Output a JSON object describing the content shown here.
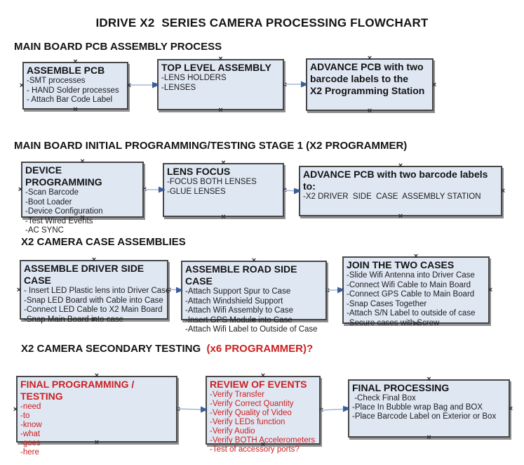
{
  "title": "IDRIVE X2  SERIES CAMERA PROCESSING FLOWCHART",
  "colors": {
    "box_fill": "#dfe7f3",
    "box_border": "#474747",
    "red_text": "#cc2020",
    "arrow_line": "#a6b8d5",
    "arrow_head": "#3a5f9e"
  },
  "sections": [
    {
      "header": "MAIN BOARD PCB ASSEMBLY PROCESS",
      "boxes": [
        {
          "title": "ASSEMBLE PCB",
          "items": [
            "-SMT processes",
            "- HAND Solder processes",
            "- Attach Bar Code Label"
          ]
        },
        {
          "title": "TOP LEVEL ASSEMBLY",
          "items": [
            "-LENS HOLDERS",
            "-LENSES"
          ]
        },
        {
          "title": "ADVANCE PCB with two barcode labels to the\n X2 Programming Station",
          "items": []
        }
      ]
    },
    {
      "header": "MAIN BOARD INITIAL PROGRAMMING/TESTING STAGE 1 (X2 PROGRAMMER)",
      "boxes": [
        {
          "title": "DEVICE PROGRAMMING",
          "items": [
            "-Scan Barcode",
            "-Boot Loader",
            "-Device Configuration",
            "-Test Wired Events",
            "-AC SYNC"
          ]
        },
        {
          "title": "LENS FOCUS",
          "items": [
            "-FOCUS BOTH LENSES",
            "-GLUE LENSES"
          ]
        },
        {
          "title": "ADVANCE PCB with two barcode labels to:",
          "items": [
            "-X2 DRIVER  SIDE  CASE  ASSEMBLY STATION"
          ]
        }
      ]
    },
    {
      "header": "X2 CAMERA CASE ASSEMBLIES",
      "boxes": [
        {
          "title": "ASSEMBLE DRIVER SIDE CASE",
          "items": [
            "- Insert LED Plastic lens into Driver Case",
            "-Snap LED Board with Cable into Case",
            "-Connect LED Cable to X2 Main Board",
            "-Snap Main Board into case"
          ]
        },
        {
          "title": "ASSEMBLE ROAD SIDE CASE",
          "items": [
            "-Attach Support Spur to Case",
            "-Attach Windshield Support",
            "-Attach Wifi Assembly to Case",
            "-Insert GPS Module into Case",
            "-Attach Wifi Label to Outside of Case"
          ]
        },
        {
          "title": "JOIN THE TWO CASES",
          "items": [
            "-Slide Wifi Antenna into Driver Case",
            "-Connect Wifi Cable to Main Board",
            "-Connect GPS Cable to Main Board",
            "-Snap Cases Together",
            "-Attach S/N Label to outside of case",
            "-Secure cases with Screw"
          ]
        }
      ]
    },
    {
      "header": "X2 CAMERA SECONDARY TESTING ",
      "header_red": " (x6 PROGRAMMER)?",
      "boxes": [
        {
          "title": "FINAL PROGRAMMING / TESTING",
          "items": [
            "-need",
            "-to",
            "-know",
            "-what",
            "-goes",
            "-here"
          ]
        },
        {
          "title": "REVIEW OF EVENTS",
          "items": [
            "-Verify Transfer",
            "-Verify Correct Quantity",
            "-Verify Quality of Video",
            "-Verify LEDs function",
            "-Verify Audio",
            "-Verify BOTH Accelerometers",
            "-Test of accessory ports?"
          ]
        },
        {
          "title": "FINAL PROCESSING",
          "items": [
            " -Check Final Box",
            "-Place In Bubble wrap Bag and BOX",
            "-Place Barcode Label on Exterior or Box"
          ]
        }
      ]
    }
  ]
}
